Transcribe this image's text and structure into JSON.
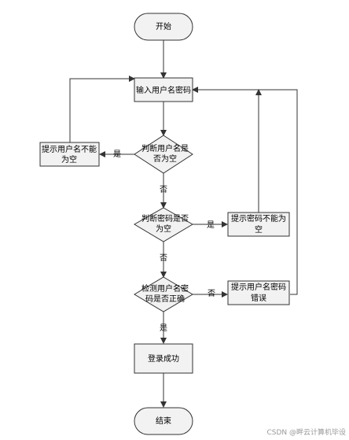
{
  "nodes": {
    "start": "开始",
    "input": "输入用户名密码",
    "check_empty": [
      "判断用户名是",
      "否为空"
    ],
    "prompt_user_empty": [
      "提示用户名不能",
      "为空"
    ],
    "check_pwd": [
      "判断密码是否",
      "为空"
    ],
    "prompt_pwd_empty": [
      "提示密码不能为",
      "空"
    ],
    "verify": [
      "检测用户名密",
      "码是否正确"
    ],
    "prompt_wrong": [
      "提示用户名密码",
      "错误"
    ],
    "success": "登录成功",
    "end": "结束"
  },
  "edge_labels": {
    "yes": "是",
    "no": "否"
  },
  "watermark": "CSDN @畔云计算机毕设"
}
